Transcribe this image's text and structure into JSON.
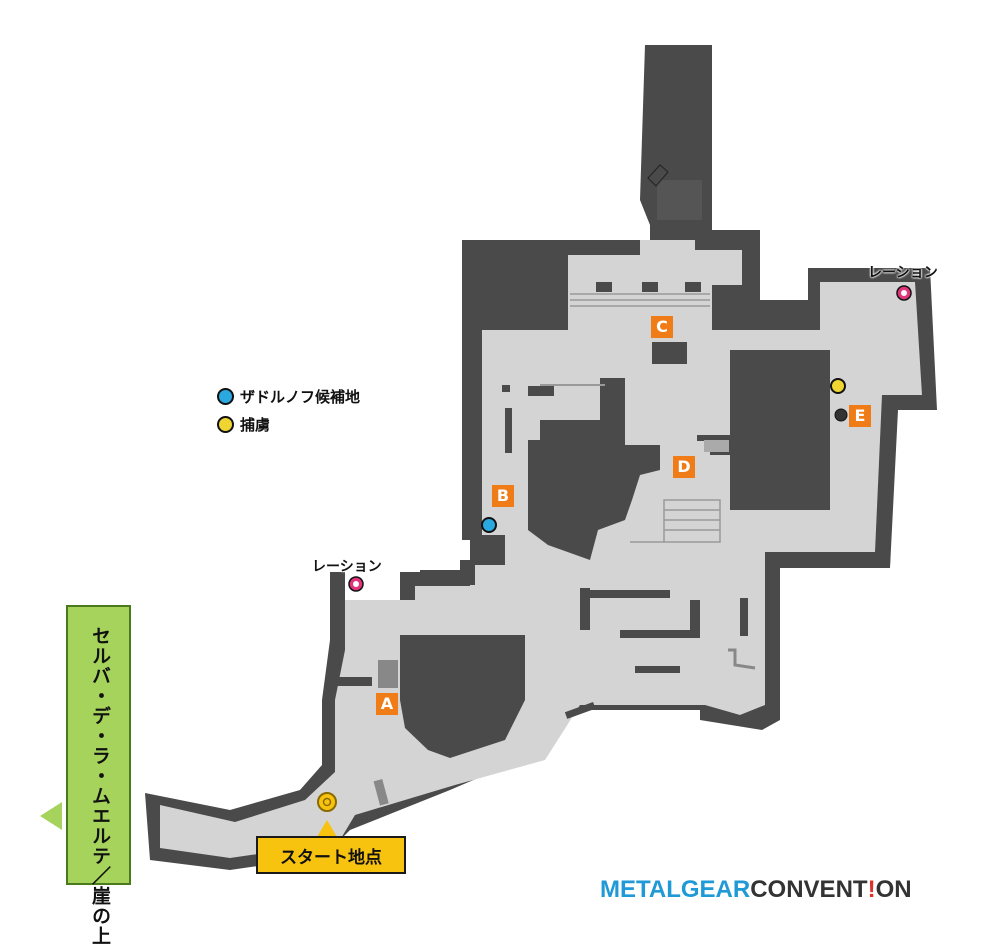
{
  "legend": {
    "items": [
      {
        "label": "ザドルノフ候補地",
        "color": "#2aa8e0"
      },
      {
        "label": "捕虜",
        "color": "#eed531"
      }
    ]
  },
  "points": {
    "A": "A",
    "B": "B",
    "C": "C",
    "D": "D",
    "E": "E"
  },
  "rations": [
    "レーション",
    "レーション"
  ],
  "start_label": "スタート地点",
  "exit_label": "セルバ・デ・ラ・ムエルテ／崖の上",
  "brand": {
    "part1": "METALGEAR",
    "part2": "CONVENT",
    "part3": "!",
    "part4": "ON"
  },
  "colors": {
    "floor": "#d4d4d4",
    "wall": "#4a4a4a",
    "marker_orange": "#f07c18",
    "zadornov": "#2aa8e0",
    "prisoner": "#eed531",
    "ration": "#e0357a",
    "start": "#f7c30f",
    "exit": "#a6d35c"
  }
}
